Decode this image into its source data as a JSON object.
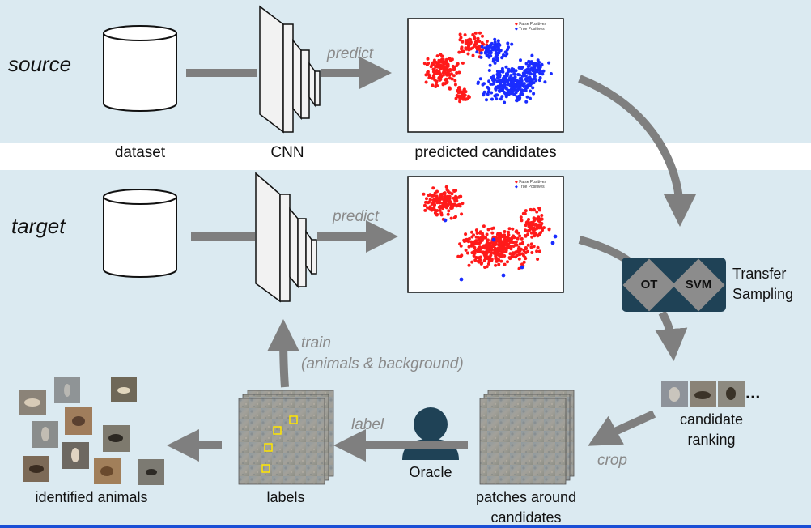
{
  "domains": {
    "source": "source",
    "target": "target"
  },
  "columns": {
    "dataset": "dataset",
    "cnn": "CNN",
    "predicted": "predicted candidates"
  },
  "arrows": {
    "predict_source": "predict",
    "predict_target": "predict",
    "train_line1": "train",
    "train_line2": "(animals & background)",
    "label": "label",
    "crop": "crop"
  },
  "transfer_sampling": {
    "ot": "OT",
    "svm": "SVM",
    "label_line1": "Transfer",
    "label_line2": "Sampling"
  },
  "candidate_ranking": {
    "label_line1": "candidate",
    "label_line2": "ranking",
    "ellipsis": "..."
  },
  "bottom_row": {
    "identified": "identified animals",
    "labels": "labels",
    "oracle": "Oracle",
    "patches_line1": "patches around",
    "patches_line2": "candidates"
  },
  "scatter_legend": {
    "false_positives": "False Positives",
    "true_positives": "True Positives",
    "colors": {
      "false_positives": "#ff1a1a",
      "true_positives": "#1a2cff"
    }
  },
  "colors": {
    "band": "#dbeaf1",
    "arrow": "#7f7f7f",
    "ts_box": "#1f4256",
    "oracle": "#1f4256",
    "label_box": "#ffe600"
  }
}
